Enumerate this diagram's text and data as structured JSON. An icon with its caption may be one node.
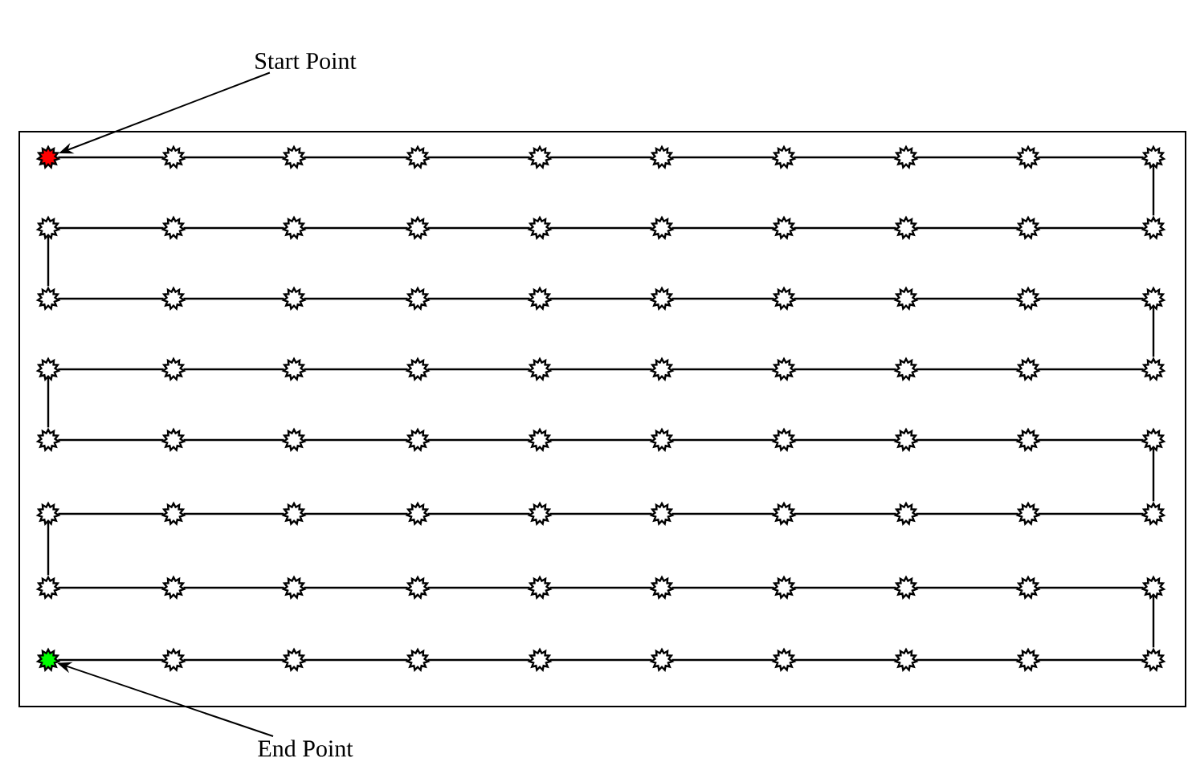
{
  "diagram": {
    "nodes": [
      {
        "text": [
          "Start Point"
        ]
      },
      {
        "text": [],
        "shape": "star"
      },
      {
        "text": [],
        "shape": "star"
      },
      {
        "text": [],
        "shape": "star"
      },
      {
        "text": [],
        "shape": "star"
      },
      {
        "text": [],
        "shape": "star"
      },
      {
        "text": [],
        "shape": "star"
      },
      {
        "text": [],
        "shape": "star"
      },
      {
        "text": [],
        "shape": "star"
      },
      {
        "text": [],
        "shape": "star"
      },
      {
        "text": [],
        "shape": "star"
      },
      {
        "text": [],
        "shape": "star"
      },
      {
        "text": [],
        "shape": "star"
      },
      {
        "text": [],
        "shape": "star"
      },
      {
        "text": [],
        "shape": "star"
      },
      {
        "text": [],
        "shape": "star"
      },
      {
        "text": [],
        "shape": "star"
      },
      {
        "text": [],
        "shape": "star"
      },
      {
        "text": [],
        "shape": "star"
      },
      {
        "text": [],
        "shape": "star"
      },
      {
        "text": [],
        "shape": "star"
      },
      {
        "text": [],
        "shape": "star"
      },
      {
        "text": [],
        "shape": "star"
      },
      {
        "text": [],
        "shape": "star"
      },
      {
        "text": [],
        "shape": "star"
      },
      {
        "text": [],
        "shape": "star"
      },
      {
        "text": [],
        "shape": "star"
      },
      {
        "text": [],
        "shape": "star"
      },
      {
        "text": [],
        "shape": "star"
      },
      {
        "text": [],
        "shape": "star"
      },
      {
        "text": [],
        "shape": "star"
      },
      {
        "text": [],
        "shape": "star"
      },
      {
        "text": [],
        "shape": "star"
      },
      {
        "text": [],
        "shape": "star"
      },
      {
        "text": [],
        "shape": "star"
      },
      {
        "text": [],
        "shape": "star"
      },
      {
        "text": [],
        "shape": "star"
      },
      {
        "text": [],
        "shape": "star"
      },
      {
        "text": [],
        "shape": "star"
      },
      {
        "text": [],
        "shape": "star"
      },
      {
        "text": [],
        "shape": "star"
      },
      {
        "text": [],
        "shape": "star"
      },
      {
        "text": [],
        "shape": "star"
      },
      {
        "text": [],
        "shape": "star"
      },
      {
        "text": [],
        "shape": "star"
      },
      {
        "text": [],
        "shape": "star"
      },
      {
        "text": [],
        "shape": "star"
      },
      {
        "text": [],
        "shape": "star"
      },
      {
        "text": [],
        "shape": "star"
      },
      {
        "text": [],
        "shape": "star"
      },
      {
        "text": [],
        "shape": "star"
      },
      {
        "text": [],
        "shape": "star"
      },
      {
        "text": [],
        "shape": "star"
      },
      {
        "text": [],
        "shape": "star"
      },
      {
        "text": [],
        "shape": "star"
      },
      {
        "text": [],
        "shape": "star"
      },
      {
        "text": [],
        "shape": "star"
      },
      {
        "text": [],
        "shape": "star"
      },
      {
        "text": [],
        "shape": "star"
      },
      {
        "text": [],
        "shape": "star"
      },
      {
        "text": [],
        "shape": "star"
      },
      {
        "text": [],
        "shape": "star"
      },
      {
        "text": [],
        "shape": "star"
      },
      {
        "text": [],
        "shape": "star"
      },
      {
        "text": [],
        "shape": "star"
      },
      {
        "text": [],
        "shape": "star"
      },
      {
        "text": [],
        "shape": "star"
      },
      {
        "text": [],
        "shape": "star"
      },
      {
        "text": [],
        "shape": "star"
      },
      {
        "text": [],
        "shape": "star"
      },
      {
        "text": [],
        "shape": "star"
      },
      {
        "text": [],
        "shape": "star"
      },
      {
        "text": [],
        "shape": "star"
      },
      {
        "text": [],
        "shape": "star"
      },
      {
        "text": [],
        "shape": "star"
      },
      {
        "text": [],
        "shape": "star"
      },
      {
        "text": [],
        "shape": "star"
      },
      {
        "text": [],
        "shape": "star"
      },
      {
        "text": [],
        "shape": "star"
      },
      {
        "text": [],
        "shape": "star"
      },
      {
        "text": [],
        "shape": "star"
      },
      {
        "text": [
          "End Point"
        ]
      }
    ],
    "edges": [
      {
        "from": 0,
        "to": 1,
        "arrow": "to"
      },
      {
        "from": 1,
        "to": 2,
        "arrow": "none"
      },
      {
        "from": 2,
        "to": 3,
        "arrow": "none"
      },
      {
        "from": 3,
        "to": 4,
        "arrow": "none"
      },
      {
        "from": 4,
        "to": 5,
        "arrow": "none"
      },
      {
        "from": 5,
        "to": 6,
        "arrow": "none"
      },
      {
        "from": 6,
        "to": 7,
        "arrow": "none"
      },
      {
        "from": 7,
        "to": 8,
        "arrow": "none"
      },
      {
        "from": 8,
        "to": 9,
        "arrow": "none"
      },
      {
        "from": 9,
        "to": 10,
        "arrow": "none"
      },
      {
        "from": 10,
        "to": 20,
        "arrow": "none"
      },
      {
        "from": 11,
        "to": 12,
        "arrow": "none"
      },
      {
        "from": 12,
        "to": 13,
        "arrow": "none"
      },
      {
        "from": 13,
        "to": 14,
        "arrow": "none"
      },
      {
        "from": 14,
        "to": 15,
        "arrow": "none"
      },
      {
        "from": 15,
        "to": 16,
        "arrow": "none"
      },
      {
        "from": 16,
        "to": 17,
        "arrow": "none"
      },
      {
        "from": 17,
        "to": 18,
        "arrow": "none"
      },
      {
        "from": 18,
        "to": 19,
        "arrow": "none"
      },
      {
        "from": 19,
        "to": 20,
        "arrow": "none"
      },
      {
        "from": 11,
        "to": 21,
        "arrow": "none"
      },
      {
        "from": 21,
        "to": 22,
        "arrow": "none"
      },
      {
        "from": 22,
        "to": 23,
        "arrow": "none"
      },
      {
        "from": 23,
        "to": 24,
        "arrow": "none"
      },
      {
        "from": 24,
        "to": 25,
        "arrow": "none"
      },
      {
        "from": 25,
        "to": 26,
        "arrow": "none"
      },
      {
        "from": 26,
        "to": 27,
        "arrow": "none"
      },
      {
        "from": 27,
        "to": 28,
        "arrow": "none"
      },
      {
        "from": 28,
        "to": 29,
        "arrow": "none"
      },
      {
        "from": 29,
        "to": 30,
        "arrow": "none"
      },
      {
        "from": 30,
        "to": 40,
        "arrow": "none"
      },
      {
        "from": 31,
        "to": 32,
        "arrow": "none"
      },
      {
        "from": 32,
        "to": 33,
        "arrow": "none"
      },
      {
        "from": 33,
        "to": 34,
        "arrow": "none"
      },
      {
        "from": 34,
        "to": 35,
        "arrow": "none"
      },
      {
        "from": 35,
        "to": 36,
        "arrow": "none"
      },
      {
        "from": 36,
        "to": 37,
        "arrow": "none"
      },
      {
        "from": 37,
        "to": 38,
        "arrow": "none"
      },
      {
        "from": 38,
        "to": 39,
        "arrow": "none"
      },
      {
        "from": 39,
        "to": 40,
        "arrow": "none"
      },
      {
        "from": 31,
        "to": 41,
        "arrow": "none"
      },
      {
        "from": 41,
        "to": 42,
        "arrow": "none"
      },
      {
        "from": 42,
        "to": 43,
        "arrow": "none"
      },
      {
        "from": 43,
        "to": 44,
        "arrow": "none"
      },
      {
        "from": 44,
        "to": 45,
        "arrow": "none"
      },
      {
        "from": 45,
        "to": 46,
        "arrow": "none"
      },
      {
        "from": 46,
        "to": 47,
        "arrow": "none"
      },
      {
        "from": 47,
        "to": 48,
        "arrow": "none"
      },
      {
        "from": 48,
        "to": 49,
        "arrow": "none"
      },
      {
        "from": 49,
        "to": 50,
        "arrow": "none"
      },
      {
        "from": 50,
        "to": 60,
        "arrow": "none"
      },
      {
        "from": 51,
        "to": 52,
        "arrow": "none"
      },
      {
        "from": 52,
        "to": 53,
        "arrow": "none"
      },
      {
        "from": 53,
        "to": 54,
        "arrow": "none"
      },
      {
        "from": 54,
        "to": 55,
        "arrow": "none"
      },
      {
        "from": 55,
        "to": 56,
        "arrow": "none"
      },
      {
        "from": 56,
        "to": 57,
        "arrow": "none"
      },
      {
        "from": 57,
        "to": 58,
        "arrow": "none"
      },
      {
        "from": 58,
        "to": 59,
        "arrow": "none"
      },
      {
        "from": 59,
        "to": 60,
        "arrow": "none"
      },
      {
        "from": 51,
        "to": 61,
        "arrow": "none"
      },
      {
        "from": 61,
        "to": 62,
        "arrow": "none"
      },
      {
        "from": 62,
        "to": 63,
        "arrow": "none"
      },
      {
        "from": 63,
        "to": 64,
        "arrow": "none"
      },
      {
        "from": 64,
        "to": 65,
        "arrow": "none"
      },
      {
        "from": 65,
        "to": 66,
        "arrow": "none"
      },
      {
        "from": 66,
        "to": 67,
        "arrow": "none"
      },
      {
        "from": 67,
        "to": 68,
        "arrow": "none"
      },
      {
        "from": 68,
        "to": 69,
        "arrow": "none"
      },
      {
        "from": 69,
        "to": 70,
        "arrow": "none"
      },
      {
        "from": 70,
        "to": 80,
        "arrow": "none"
      },
      {
        "from": 71,
        "to": 72,
        "arrow": "none"
      },
      {
        "from": 72,
        "to": 73,
        "arrow": "none"
      },
      {
        "from": 73,
        "to": 74,
        "arrow": "none"
      },
      {
        "from": 74,
        "to": 75,
        "arrow": "none"
      },
      {
        "from": 75,
        "to": 76,
        "arrow": "none"
      },
      {
        "from": 76,
        "to": 77,
        "arrow": "none"
      },
      {
        "from": 77,
        "to": 78,
        "arrow": "none"
      },
      {
        "from": 78,
        "to": 79,
        "arrow": "none"
      },
      {
        "from": 79,
        "to": 80,
        "arrow": "none"
      },
      {
        "from": 81,
        "to": 71,
        "arrow": "to"
      }
    ]
  }
}
